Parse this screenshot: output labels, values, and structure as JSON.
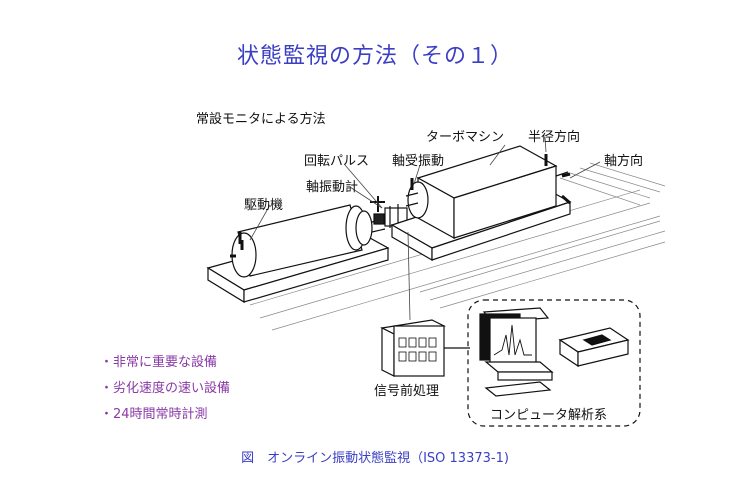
{
  "title": "状態監視の方法（その１）",
  "labels": {
    "permanent_monitor": "常設モニタによる方法",
    "turbine": "ターボマシン",
    "radial": "半径方向",
    "axial": "軸方向",
    "rotation_pulse": "回転パルス",
    "bearing_vibration": "軸受振動",
    "shaft_vibrometer": "軸振動計",
    "drive": "駆動機",
    "signal_preprocess": "信号前処理",
    "computer_analysis": "コンピュータ解析系"
  },
  "bullets": [
    "・非常に重要な設備",
    "・劣化速度の速い設備",
    "・24時間常時計測"
  ],
  "caption": "図　オンライン振動状態監視（ISO 13373-1)"
}
